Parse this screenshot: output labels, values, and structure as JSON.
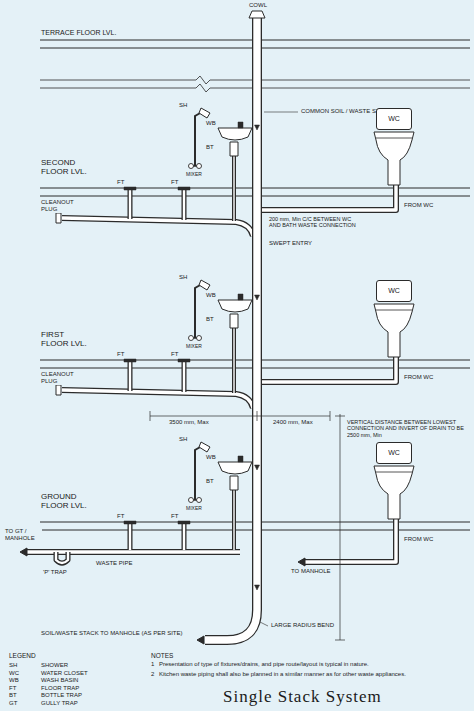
{
  "diagram": {
    "title": "Single Stack System",
    "nodes": [
      {
        "text": [
          "WC"
        ]
      },
      {
        "text": [
          "WC"
        ]
      },
      {
        "text": [
          "WC"
        ]
      }
    ],
    "labels": [
      "COWL",
      "TERRACE FLOOR LVL.",
      "COMMON SOIL / WASTE STACK",
      "SH",
      "WB",
      "BT",
      "MIXER",
      "SECOND FLOOR LVL.",
      "FT",
      "FT",
      "CLEANOUT PLUG",
      "FROM WC",
      "200 mm, Min C/C BETWEEN WC AND BATH WASTE CONNECTION",
      "SWEPT ENTRY",
      "SH",
      "WB",
      "BT",
      "MIXER",
      "FIRST FLOOR LVL.",
      "FT",
      "FT",
      "CLEANOUT PLUG",
      "FROM WC",
      "3500 mm, Max",
      "2400 mm, Max",
      "VERTICAL DISTANCE BETWEEN LOWEST CONNECTION AND INVERT OF DRAIN TO BE 2500 mm, Min",
      "SH",
      "WB",
      "BT",
      "MIXER",
      "GROUND FLOOR LVL.",
      "FT",
      "FT",
      "TO GT / MANHOLE",
      "'P' TRAP",
      "FROM WC",
      "TO MANHOLE",
      "WASTE PIPE",
      "SOIL/WASTE STACK TO MANHOLE (AS PER SITE)",
      "LARGE RADIUS BEND",
      "LEGEND",
      "SH",
      "WC",
      "WB",
      "FT",
      "BT",
      "GT",
      "NOTES",
      "1",
      "Presentation of type of fixtures/drains, and pipe route/layout is typical in nature.",
      "2",
      "Kitchen waste piping shall also be planned in a similar manner as for other waste appliances."
    ],
    "legend": [
      {
        "text": "SHOWER"
      },
      {
        "text": "WATER CLOSET"
      },
      {
        "text": "WASH BASIN"
      },
      {
        "text": "FLOOR TRAP"
      },
      {
        "text": "BOTTLE TRAP"
      },
      {
        "text": "GULLY TRAP"
      }
    ]
  }
}
